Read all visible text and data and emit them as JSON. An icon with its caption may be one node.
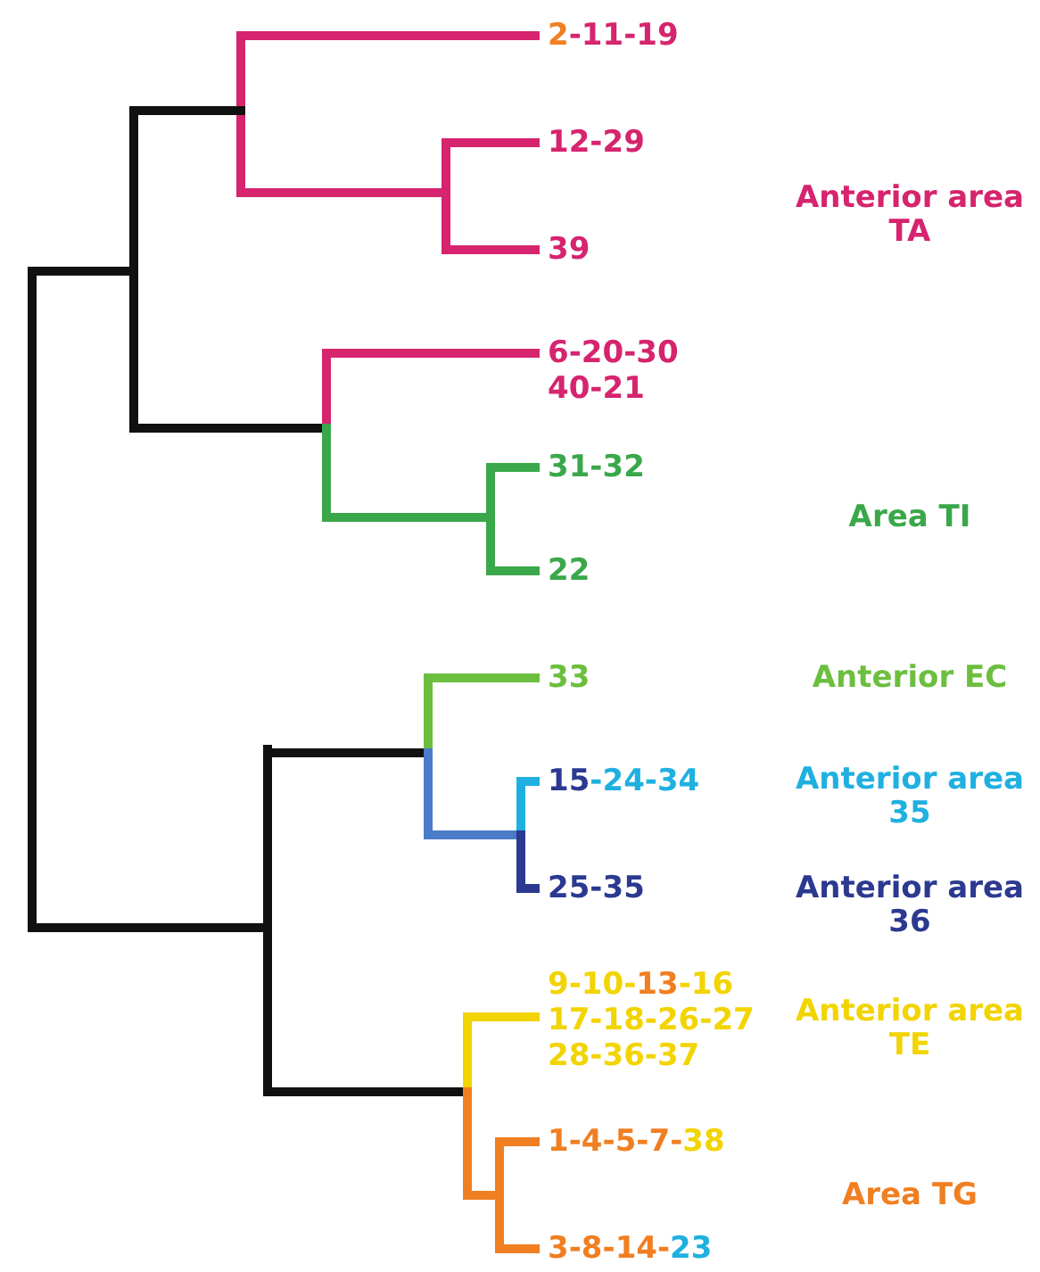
{
  "diagram": {
    "nodes": [
      {
        "text": [
          "2-11-19"
        ]
      },
      {
        "text": [
          "12-29"
        ]
      },
      {
        "text": [
          "39"
        ]
      },
      {
        "text": [
          "6-20-30 40-21"
        ]
      },
      {
        "text": [
          "31-32"
        ]
      },
      {
        "text": [
          "22"
        ]
      },
      {
        "text": [
          "33"
        ]
      },
      {
        "text": [
          "15-24-34"
        ]
      },
      {
        "text": [
          "25-35"
        ]
      },
      {
        "text": [
          "9-10-13-16 17-18-26-27 28-36-37"
        ]
      },
      {
        "text": [
          "1-4-5-7-38"
        ]
      },
      {
        "text": [
          "3-8-14-23"
        ]
      }
    ],
    "labels": [
      "Anterior area TA",
      "Area TI",
      "Anterior EC",
      "Anterior area 35",
      "Anterior area 36",
      "Anterior area TE",
      "Area TG"
    ]
  }
}
